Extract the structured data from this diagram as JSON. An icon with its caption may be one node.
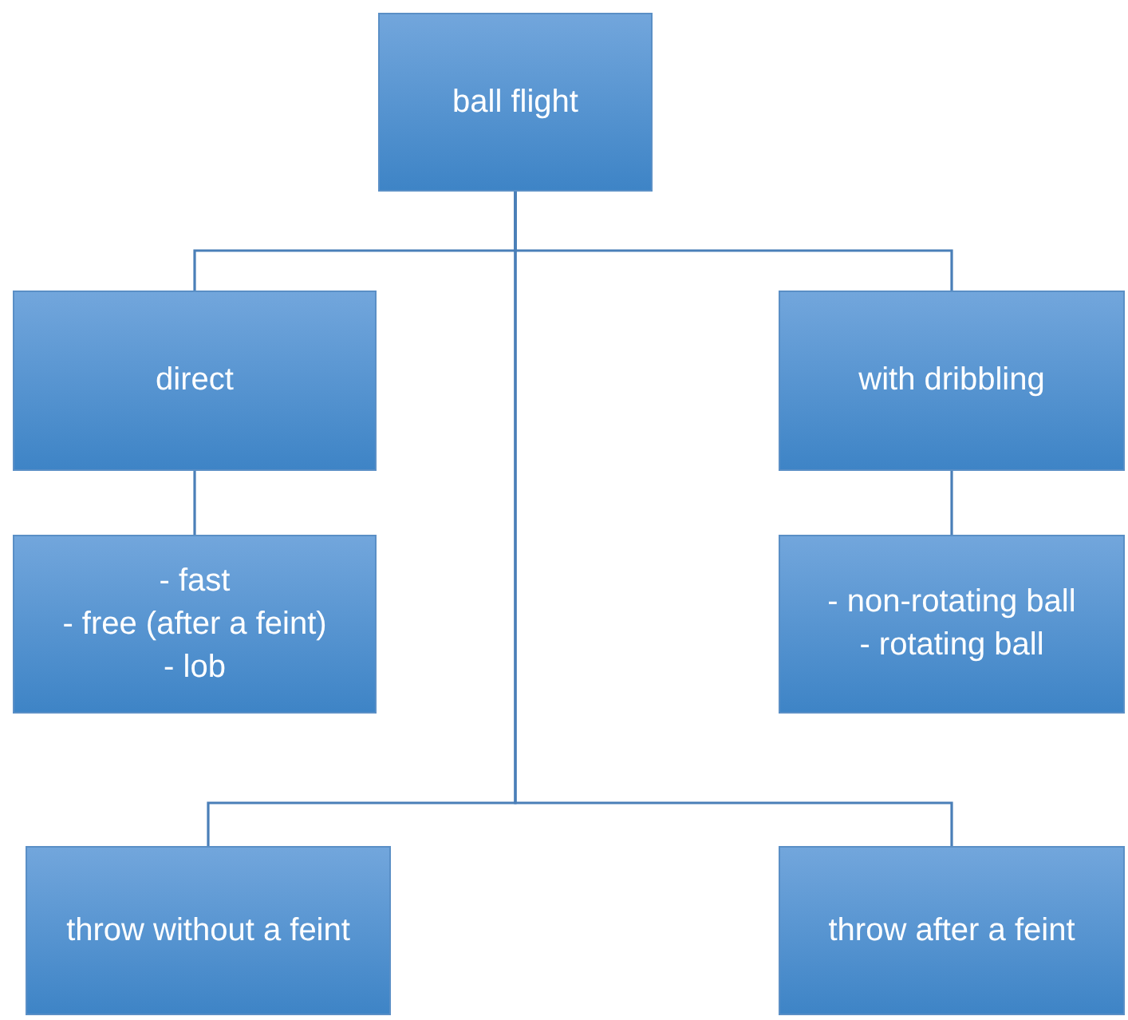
{
  "diagram": {
    "nodes": [
      {
        "text": [
          "ball flight"
        ]
      },
      {
        "text": [
          "direct"
        ]
      },
      {
        "text": [
          "with dribbling"
        ]
      },
      {
        "text": [
          "- fast",
          "- free (after a feint)",
          "- lob"
        ]
      },
      {
        "text": [
          "- non-rotating ball",
          "- rotating ball"
        ]
      },
      {
        "text": [
          "throw without a feint"
        ]
      },
      {
        "text": [
          "throw after a feint"
        ]
      }
    ],
    "edges": [
      {
        "from": 0,
        "to": 1,
        "arrow": "none"
      },
      {
        "from": 0,
        "to": 2,
        "arrow": "none"
      },
      {
        "from": 0,
        "to": 5,
        "arrow": "none"
      },
      {
        "from": 0,
        "to": 6,
        "arrow": "none"
      },
      {
        "from": 1,
        "to": 3,
        "arrow": "none"
      },
      {
        "from": 2,
        "to": 4,
        "arrow": "none"
      }
    ]
  }
}
